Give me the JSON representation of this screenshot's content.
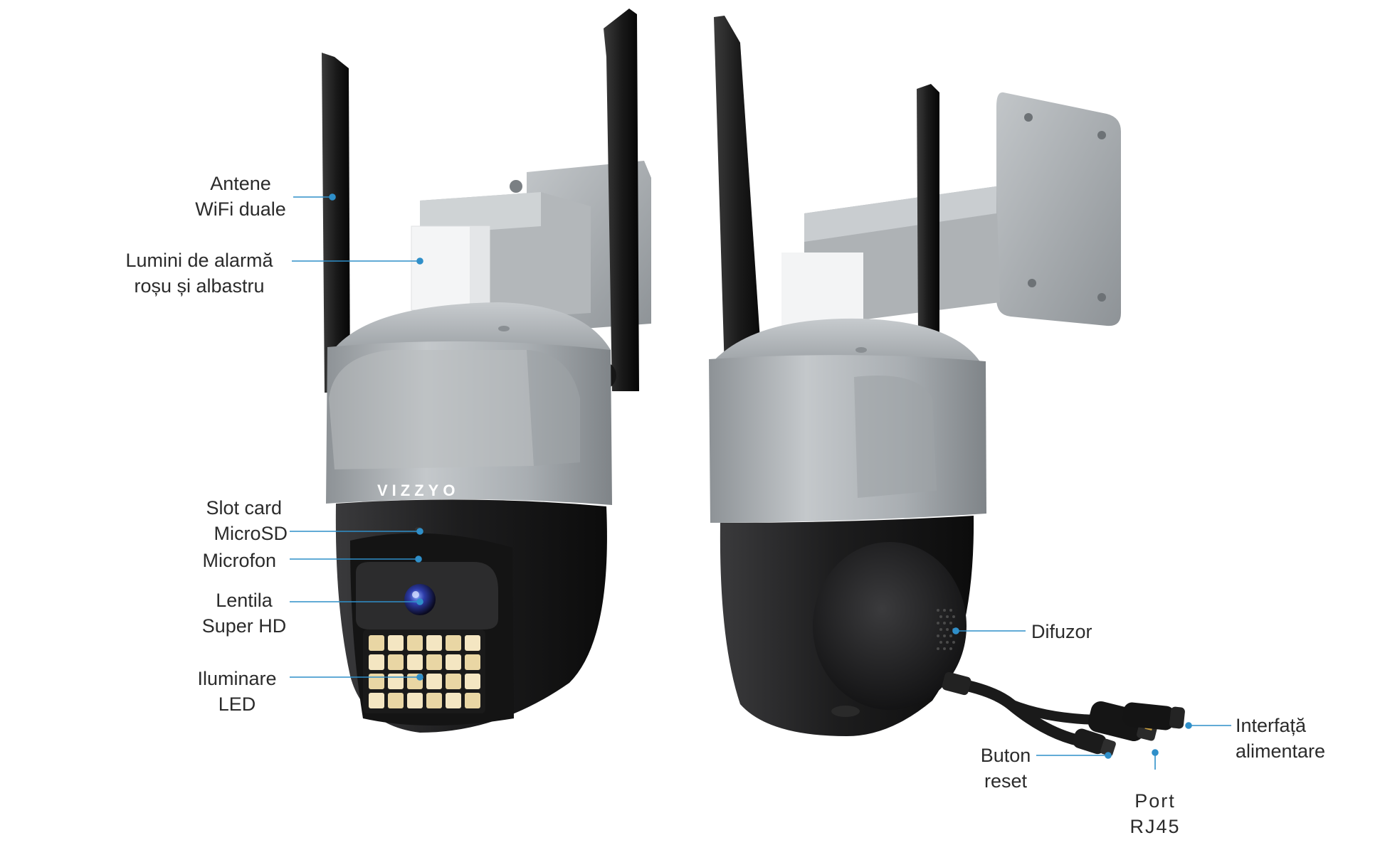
{
  "brand": "VIZZYO",
  "colors": {
    "leader": "#2f8fc9",
    "housing_silver": "#a9aeb2",
    "housing_black": "#1c1c1d",
    "text": "#2b2b2b"
  },
  "callouts": {
    "antennas": {
      "line1": "Antene",
      "line2": "WiFi duale"
    },
    "alarm_lights": {
      "line1": "Lumini de alarmă",
      "line2": "roșu și albastru"
    },
    "microsd": {
      "line1": "Slot card",
      "line2": "MicroSD"
    },
    "microphone": {
      "line1": "Microfon"
    },
    "lens": {
      "line1": "Lentila",
      "line2": "Super HD"
    },
    "led": {
      "line1": "Iluminare",
      "line2": "LED"
    },
    "speaker": {
      "line1": "Difuzor"
    },
    "reset": {
      "line1": "Buton",
      "line2": "reset"
    },
    "rj45": {
      "line1": "Port",
      "line2": "RJ45"
    },
    "power": {
      "line1": "Interfață",
      "line2": "alimentare"
    }
  }
}
